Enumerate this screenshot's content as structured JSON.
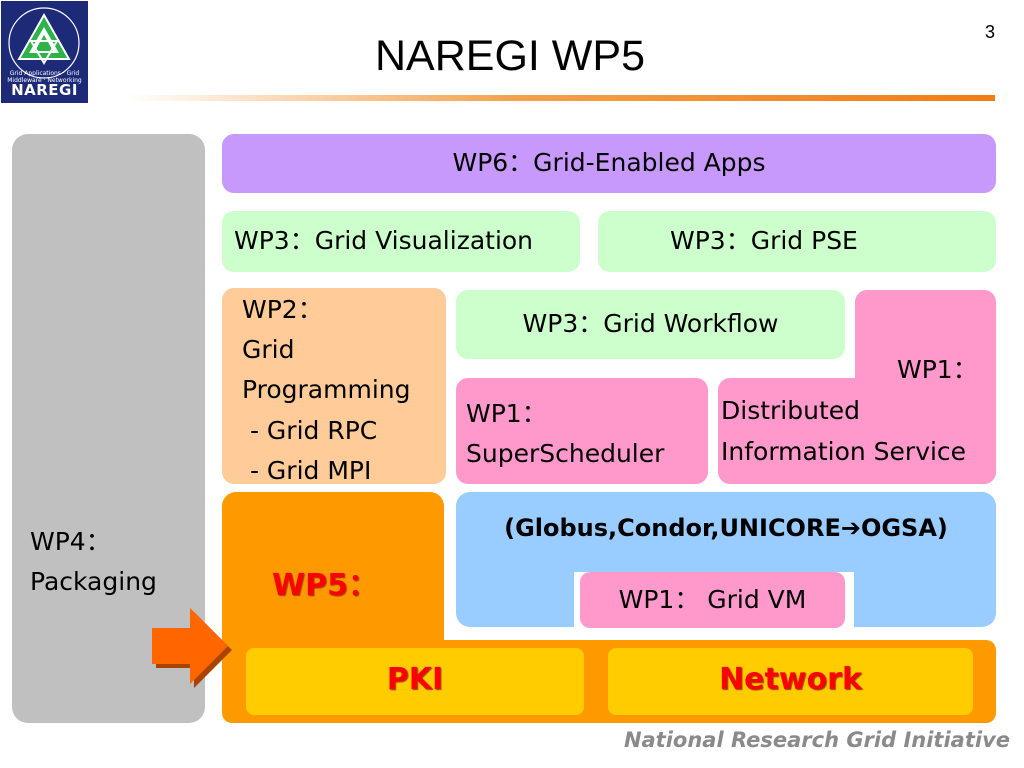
{
  "header": {
    "title": "NAREGI WP5",
    "page_number": "3",
    "logo": {
      "brand": "NAREGI",
      "ring_text": "Grid Applications · Grid Middleware · Networking"
    }
  },
  "diagram": {
    "wp4": {
      "line1": "WP4：",
      "line2": "Packaging"
    },
    "wp6": "WP6：Grid-Enabled Apps",
    "wp3_visualization": "WP3：Grid Visualization",
    "wp3_pse": "WP3：Grid PSE",
    "wp2": {
      "line1": "WP2：",
      "line2": "Grid",
      "line3": "Programming",
      "line4": " - Grid RPC",
      "line5": " - Grid MPI"
    },
    "wp3_workflow": "WP3：Grid Workflow",
    "wp1_superscheduler": {
      "line1": "WP1：",
      "line2": "SuperScheduler"
    },
    "wp1_dis": {
      "line1": "WP1：",
      "line2": "Distributed",
      "line3": "Information Service"
    },
    "middleware": "(Globus,Condor,UNICORE➔OGSA)",
    "wp1_vm": "WP1： Grid VM",
    "wp5": "WP5：",
    "pki": "PKI",
    "network": "Network"
  },
  "footer": {
    "text": "National Research Grid Initiative"
  },
  "colors": {
    "purple": "#c799fd",
    "green": "#ccffcc",
    "peach": "#ffcc99",
    "pink": "#ff99cc",
    "blue": "#99ccff",
    "orange": "#ff9900",
    "yellow": "#ffcc00",
    "gray": "#c0c0c0",
    "red_text": "#ff0000",
    "arrow": "#ff6600",
    "logo_bg": "#1c2a78"
  }
}
